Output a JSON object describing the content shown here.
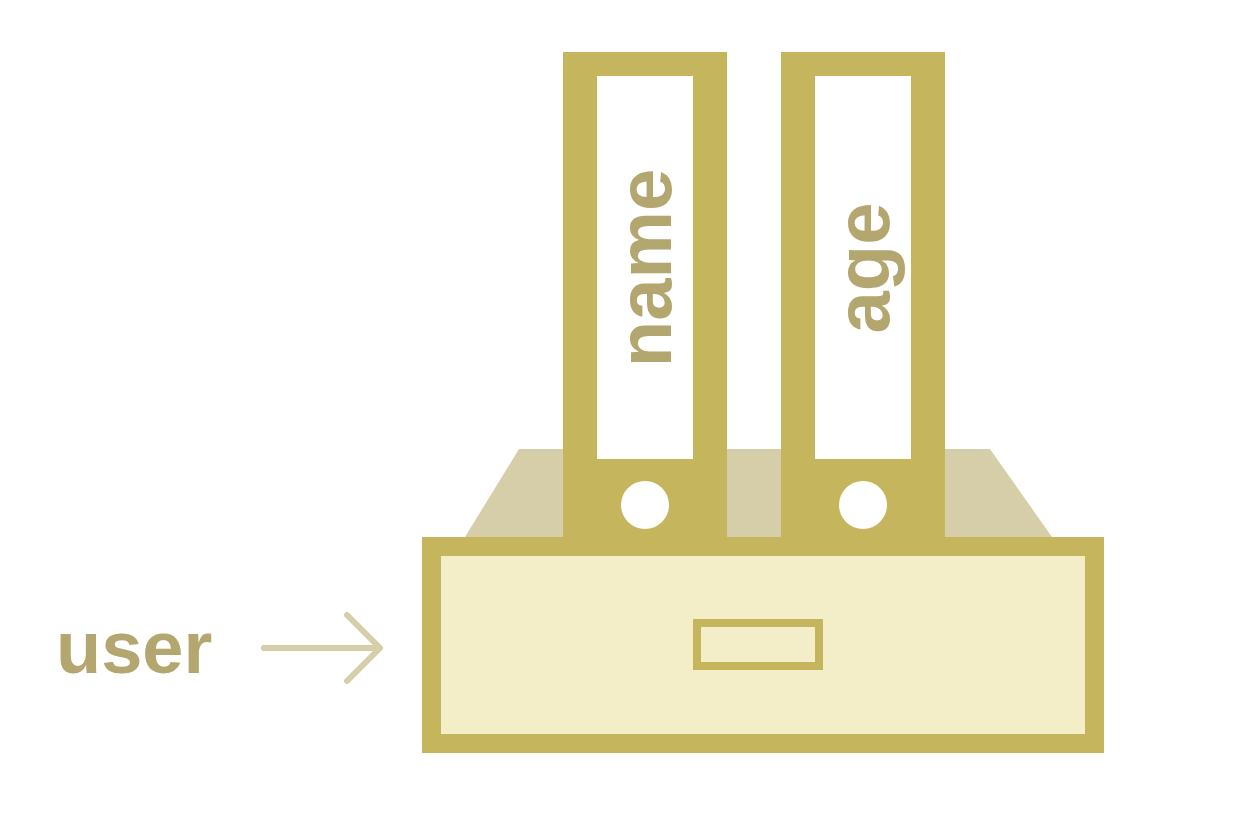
{
  "diagram": {
    "nodes": [
      {
        "text": [
          "name"
        ]
      },
      {
        "text": [
          "age"
        ]
      }
    ],
    "labels": [
      "user"
    ]
  }
}
